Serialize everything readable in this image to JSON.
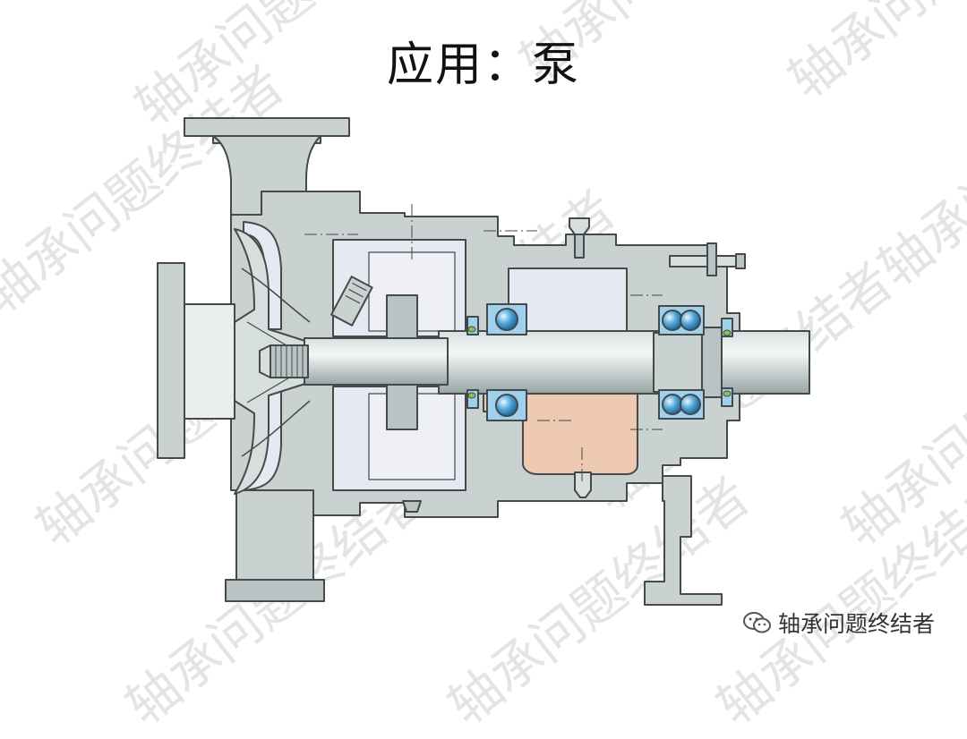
{
  "title": "应用：泵",
  "watermark_text": "轴承问题终结者",
  "credit_text": "轴承问题终结者",
  "credit_icon": "wechat-icon",
  "colors": {
    "casing": "#c9d2d0",
    "casing_dark": "#9fabab",
    "outline": "#444a4a",
    "bearing_blue": "#9fd0ec",
    "ball_blue": "#4fa6da",
    "oil": "#ecc9b0",
    "cavity": "#e6e9f2",
    "shaft": "#b9c3c3"
  }
}
